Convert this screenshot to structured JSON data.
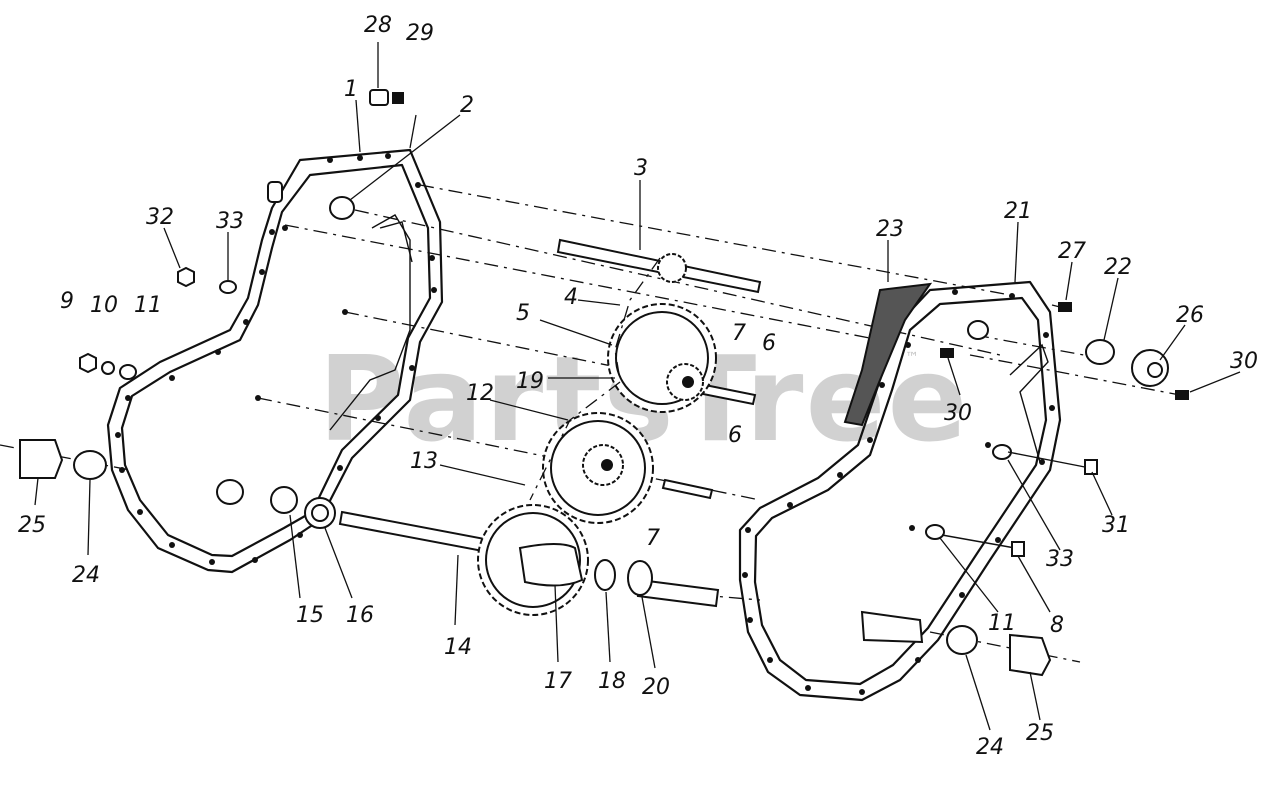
{
  "watermark": {
    "text": "PartsTree",
    "trademark": "™",
    "color": "#9a9a9a"
  },
  "callouts": [
    {
      "text": "28"
    },
    {
      "text": "29"
    },
    {
      "text": "1"
    },
    {
      "text": "2"
    },
    {
      "text": "3"
    },
    {
      "text": "32"
    },
    {
      "text": "33"
    },
    {
      "text": "9"
    },
    {
      "text": "10"
    },
    {
      "text": "11"
    },
    {
      "text": "4"
    },
    {
      "text": "5"
    },
    {
      "text": "7"
    },
    {
      "text": "6"
    },
    {
      "text": "19"
    },
    {
      "text": "12"
    },
    {
      "text": "6"
    },
    {
      "text": "13"
    },
    {
      "text": "7"
    },
    {
      "text": "25"
    },
    {
      "text": "24"
    },
    {
      "text": "15"
    },
    {
      "text": "16"
    },
    {
      "text": "14"
    },
    {
      "text": "17"
    },
    {
      "text": "18"
    },
    {
      "text": "20"
    },
    {
      "text": "23"
    },
    {
      "text": "21"
    },
    {
      "text": "27"
    },
    {
      "text": "22"
    },
    {
      "text": "26"
    },
    {
      "text": "30"
    },
    {
      "text": "30"
    },
    {
      "text": "31"
    },
    {
      "text": "33"
    },
    {
      "text": "11"
    },
    {
      "text": "8"
    },
    {
      "text": "24"
    },
    {
      "text": "25"
    }
  ]
}
